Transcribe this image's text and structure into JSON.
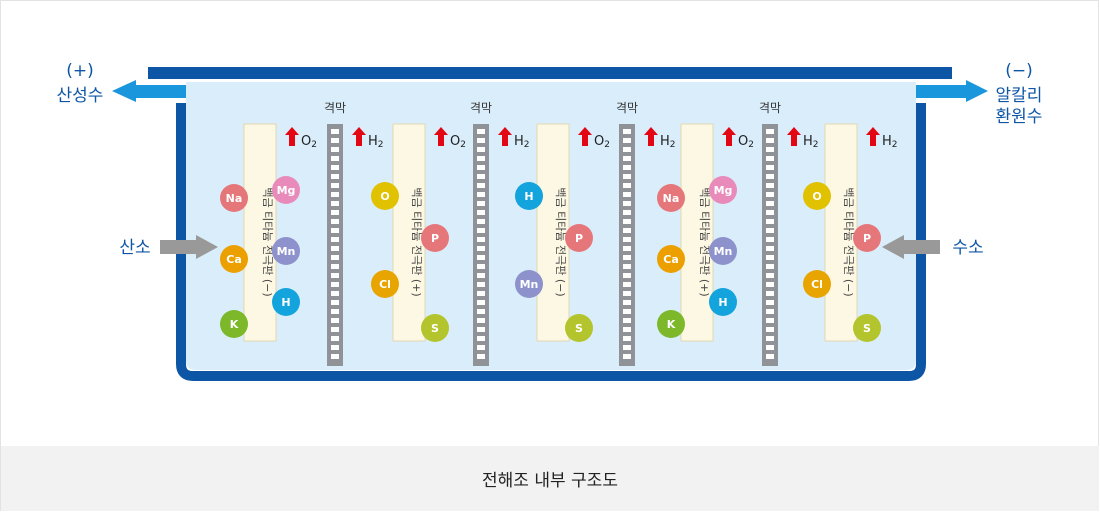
{
  "diagram": {
    "caption": "전해조 내부 구조도",
    "left_output": {
      "sign": "(+)",
      "label": "산성수"
    },
    "right_output": {
      "sign": "(−)",
      "label1": "알칼리",
      "label2": "환원수"
    },
    "left_input": "산소",
    "right_input": "수소",
    "membrane_label": "격막",
    "gases": {
      "o2_main": "O",
      "h2_main": "H",
      "sub": "2"
    },
    "electrodes": [
      {
        "label": "백금 티타늄 전극판 (−)",
        "gas": "O2"
      },
      {
        "label": "백금 티타늄 전극판 (+)",
        "gas": "O2"
      },
      {
        "label": "백금 티타늄 전극판 (−)",
        "gas": "O2"
      },
      {
        "label": "백금 티타늄 전극판 (+)",
        "gas": "O2"
      },
      {
        "label": "백금 티타늄 전극판 (−)",
        "gas": "H2"
      }
    ],
    "membrane_gas": [
      "H2",
      "H2",
      "H2",
      "H2"
    ],
    "ions": [
      [
        "Na",
        "Mg",
        "Ca",
        "Mn",
        "H",
        "K"
      ],
      [
        "O",
        "P",
        "Cl",
        "S"
      ],
      [
        "H",
        "P",
        "Mn",
        "S"
      ],
      [
        "Na",
        "Mg",
        "Ca",
        "Mn",
        "H",
        "K"
      ],
      [
        "O",
        "P",
        "Cl",
        "S"
      ]
    ],
    "ion_colors": {
      "Na": "#e5777b",
      "Mg": "#e88bbb",
      "Ca": "#eca000",
      "Mn": "#8d92cd",
      "H": "#13a3dd",
      "K": "#7cb82a",
      "O": "#e0c200",
      "P": "#e5777b",
      "Cl": "#e8a400",
      "S": "#b4c42c"
    },
    "colors": {
      "tank": "#0d56a6",
      "water": "#d9edfa",
      "arrow_blue": "#1a96dd",
      "arrow_gray": "#999999",
      "up_arrow": "#e30613",
      "label_blue": "#0d56a6",
      "electrode_fill": "#fdf8e3",
      "electrode_stroke": "#e2d8b0",
      "membrane": "#8f9296"
    }
  }
}
